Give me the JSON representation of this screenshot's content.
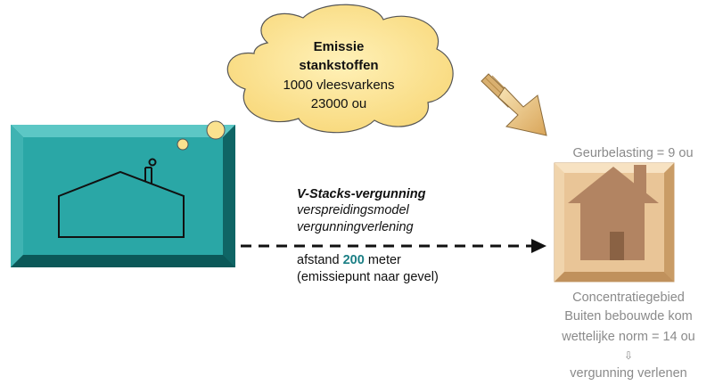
{
  "cloud": {
    "line1": "Emissie",
    "line2": "stankstoffen",
    "line3": "1000 vleesvarkens",
    "line4": "23000 ou"
  },
  "vstacks": {
    "title": "V-Stacks-vergunning",
    "line2": "verspreidingsmodel",
    "line3": "vergunningverlening",
    "distance_prefix": "afstand ",
    "distance_value": "200",
    "distance_suffix": " meter",
    "line5": "(emissiepunt naar gevel)"
  },
  "house": {
    "odor_load": "Geurbelasting = 9 ou"
  },
  "conclusion": {
    "line1": "Concentratiegebied",
    "line2": "Buiten bebouwde kom",
    "line3": "wettelijke norm = 14 ou",
    "arrow": "⇩",
    "line5": "vergunning verlenen"
  },
  "colors": {
    "farm_box": "#2aa7a6",
    "farm_box_edge": "#137777",
    "cloud": "#fbe28f",
    "house_box": "#eac69a",
    "house_shape": "#b28462",
    "arrow": "#e8c27a",
    "distance_highlight": "#1b7f85"
  }
}
